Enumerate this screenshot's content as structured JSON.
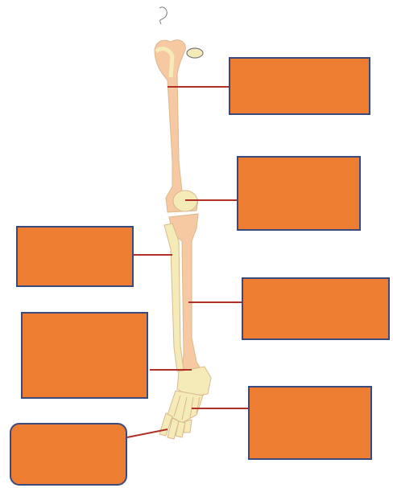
{
  "colors": {
    "box_fill": "#ED7D31",
    "box_border": "#3A4A7C",
    "leader_line": "#B03028",
    "bone_fill": "#F6C9A2",
    "bone_light": "#F4EBB8",
    "bone_outline": "#D9B98E",
    "hip_outline": "#7A7A7A"
  },
  "diagram": {
    "subject": "leg-bones",
    "label_boxes": [
      {
        "id": "femur-label",
        "text": ""
      },
      {
        "id": "patella-label",
        "text": ""
      },
      {
        "id": "fibula-label",
        "text": ""
      },
      {
        "id": "tibia-label",
        "text": ""
      },
      {
        "id": "tarsals-label",
        "text": ""
      },
      {
        "id": "metatarsals-label",
        "text": ""
      },
      {
        "id": "phalanges-label",
        "text": ""
      }
    ]
  }
}
